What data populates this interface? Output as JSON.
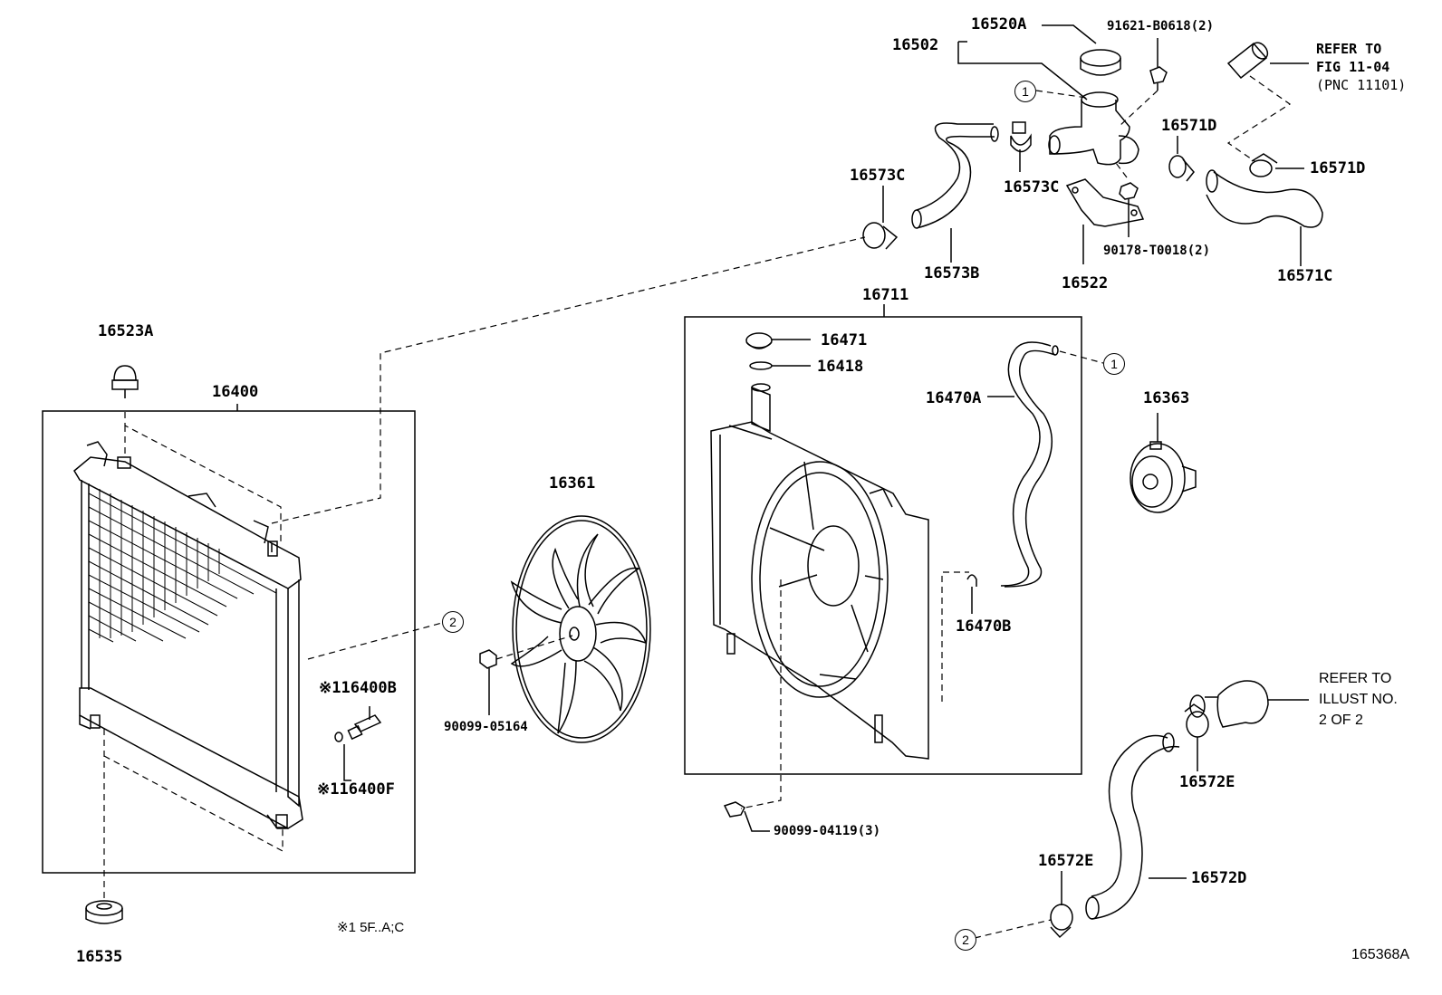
{
  "parts": {
    "p16502": "16502",
    "p16520A": "16520A",
    "p91621": "91621-B0618(2)",
    "p16573C_left": "16573C",
    "p16573C_mid": "16573C",
    "p16571D_a": "16571D",
    "p16571D_b": "16571D",
    "p16573B": "16573B",
    "p16522": "16522",
    "p90178": "90178-T0018(2)",
    "p16571C": "16571C",
    "p16711": "16711",
    "p16523A": "16523A",
    "p16471": "16471",
    "p16418": "16418",
    "p16470A": "16470A",
    "p16363": "16363",
    "p16400": "16400",
    "p16361": "16361",
    "p16470B": "16470B",
    "p16400B": "※116400B",
    "p90099_05164": "90099-05164",
    "p16400F": "※116400F",
    "p16572E_top": "16572E",
    "p90099_04119": "90099-04119(3)",
    "p16572E_bot": "16572E",
    "p16572D": "16572D",
    "p16535": "16535"
  },
  "references": {
    "fig_line1": "REFER TO",
    "fig_line2": "FIG 11-04",
    "fig_line3": "(PNC 11101)",
    "illust_line1": "REFER TO",
    "illust_line2": "ILLUST NO.",
    "illust_line3": "2 OF 2"
  },
  "callouts": {
    "c1_top": "1",
    "c1_right": "1",
    "c2_left": "2",
    "c2_bottom": "2"
  },
  "note": "※1 5F..A;C",
  "illustration_code": "165368A"
}
